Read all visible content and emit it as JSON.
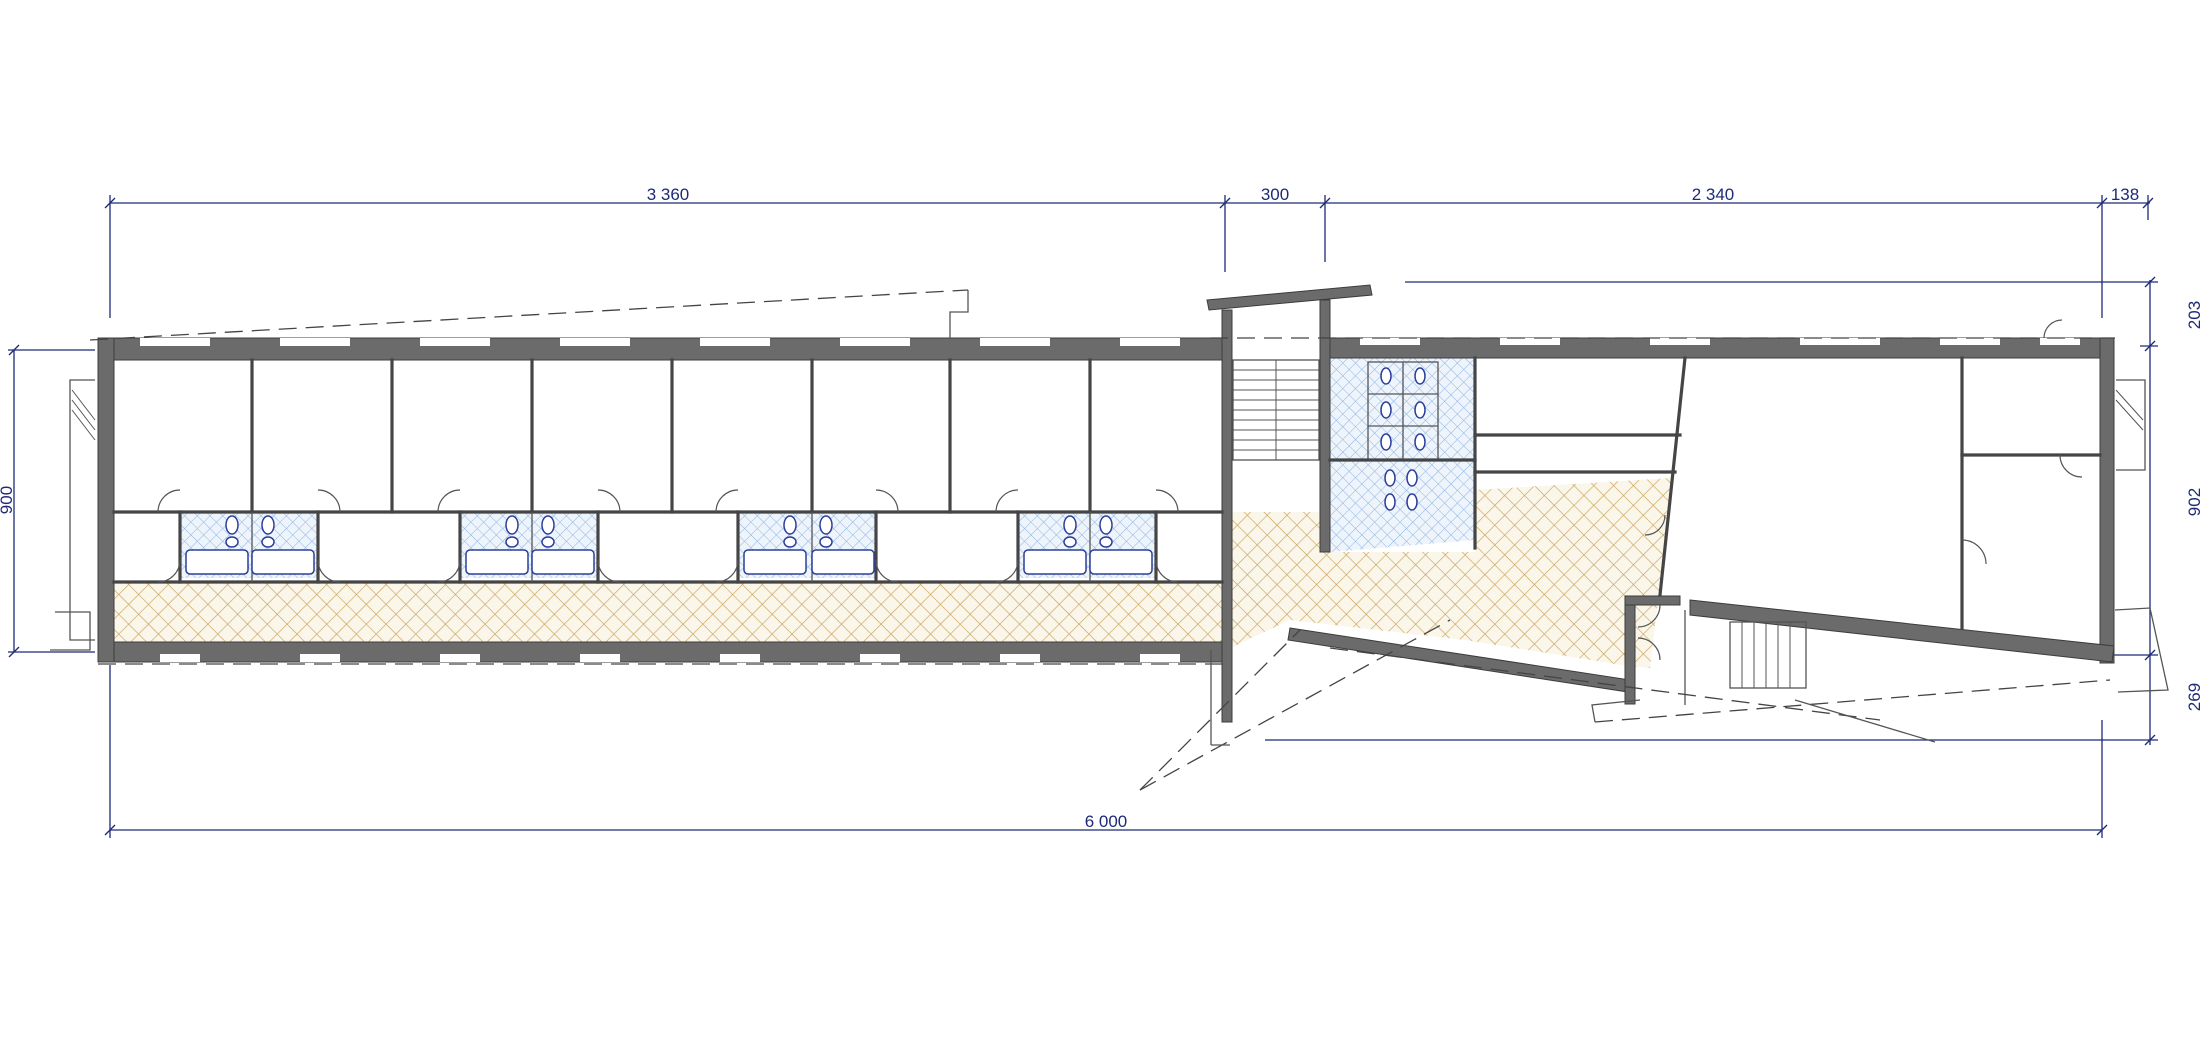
{
  "dimensions": {
    "top": [
      "3 360",
      "300",
      "2 340",
      "138"
    ],
    "bottom": "6 000",
    "left": "900",
    "right": [
      "203",
      "902",
      "269"
    ]
  },
  "colors": {
    "dimension": "#1e2a78",
    "wall": "#6b6b6b",
    "corridor_hatch": "#c9a25c",
    "wet_room_hatch": "#8fb3e0",
    "fixture": "#2c3e99"
  }
}
